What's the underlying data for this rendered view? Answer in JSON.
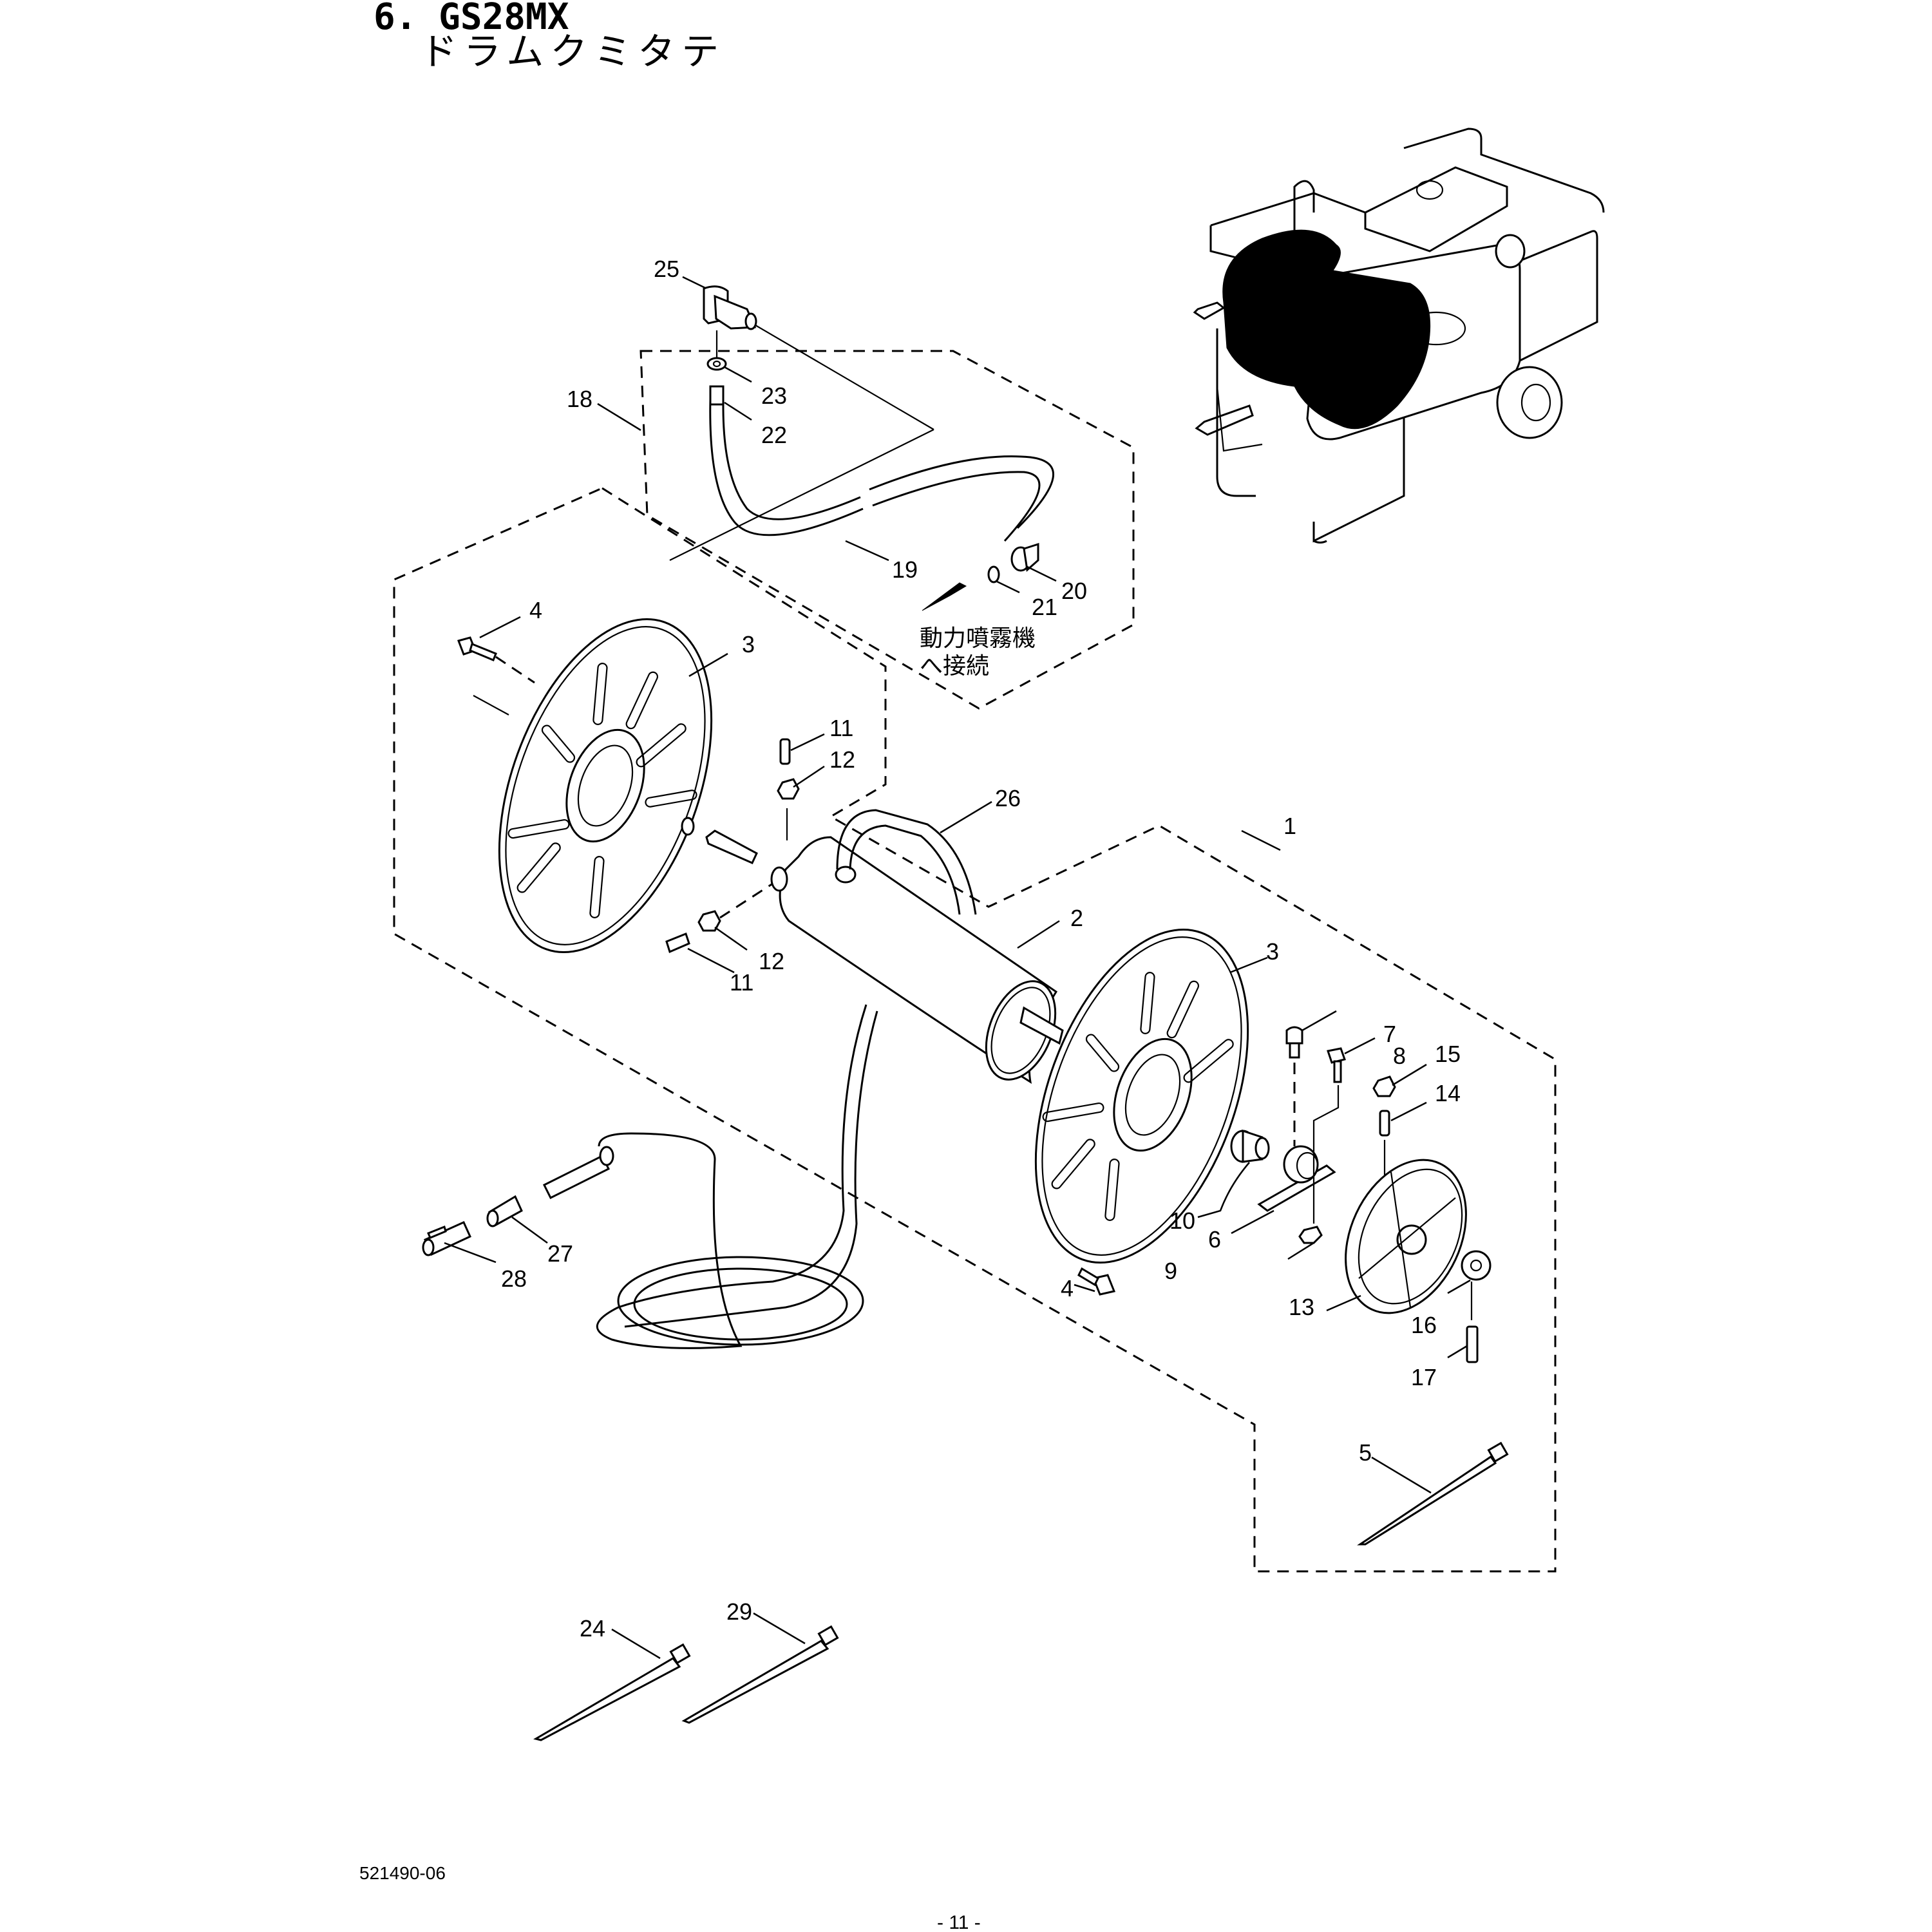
{
  "header": {
    "section_title": "6. GS28MX",
    "subtitle": "ドラムクミタテ"
  },
  "annotation": {
    "line1": "動力噴霧機",
    "line2": "へ接続",
    "arrow_icon": "arrow-pointer-icon"
  },
  "callouts": {
    "p1": "1",
    "p2": "2",
    "p3a": "3",
    "p3b": "3",
    "p4a": "4",
    "p4b": "4",
    "p5": "5",
    "p6": "6",
    "p7": "7",
    "p8": "8",
    "p9": "9",
    "p10": "10",
    "p11a": "11",
    "p11b": "11",
    "p12a": "12",
    "p12b": "12",
    "p13": "13",
    "p14": "14",
    "p15": "15",
    "p16": "16",
    "p17": "17",
    "p18": "18",
    "p19": "19",
    "p20": "20",
    "p21": "21",
    "p22": "22",
    "p23": "23",
    "p24": "24",
    "p25": "25",
    "p26": "26",
    "p27": "27",
    "p28": "28",
    "p29": "29"
  },
  "footer": {
    "doc_number": "521490-06",
    "page_number": "- 11 -"
  }
}
